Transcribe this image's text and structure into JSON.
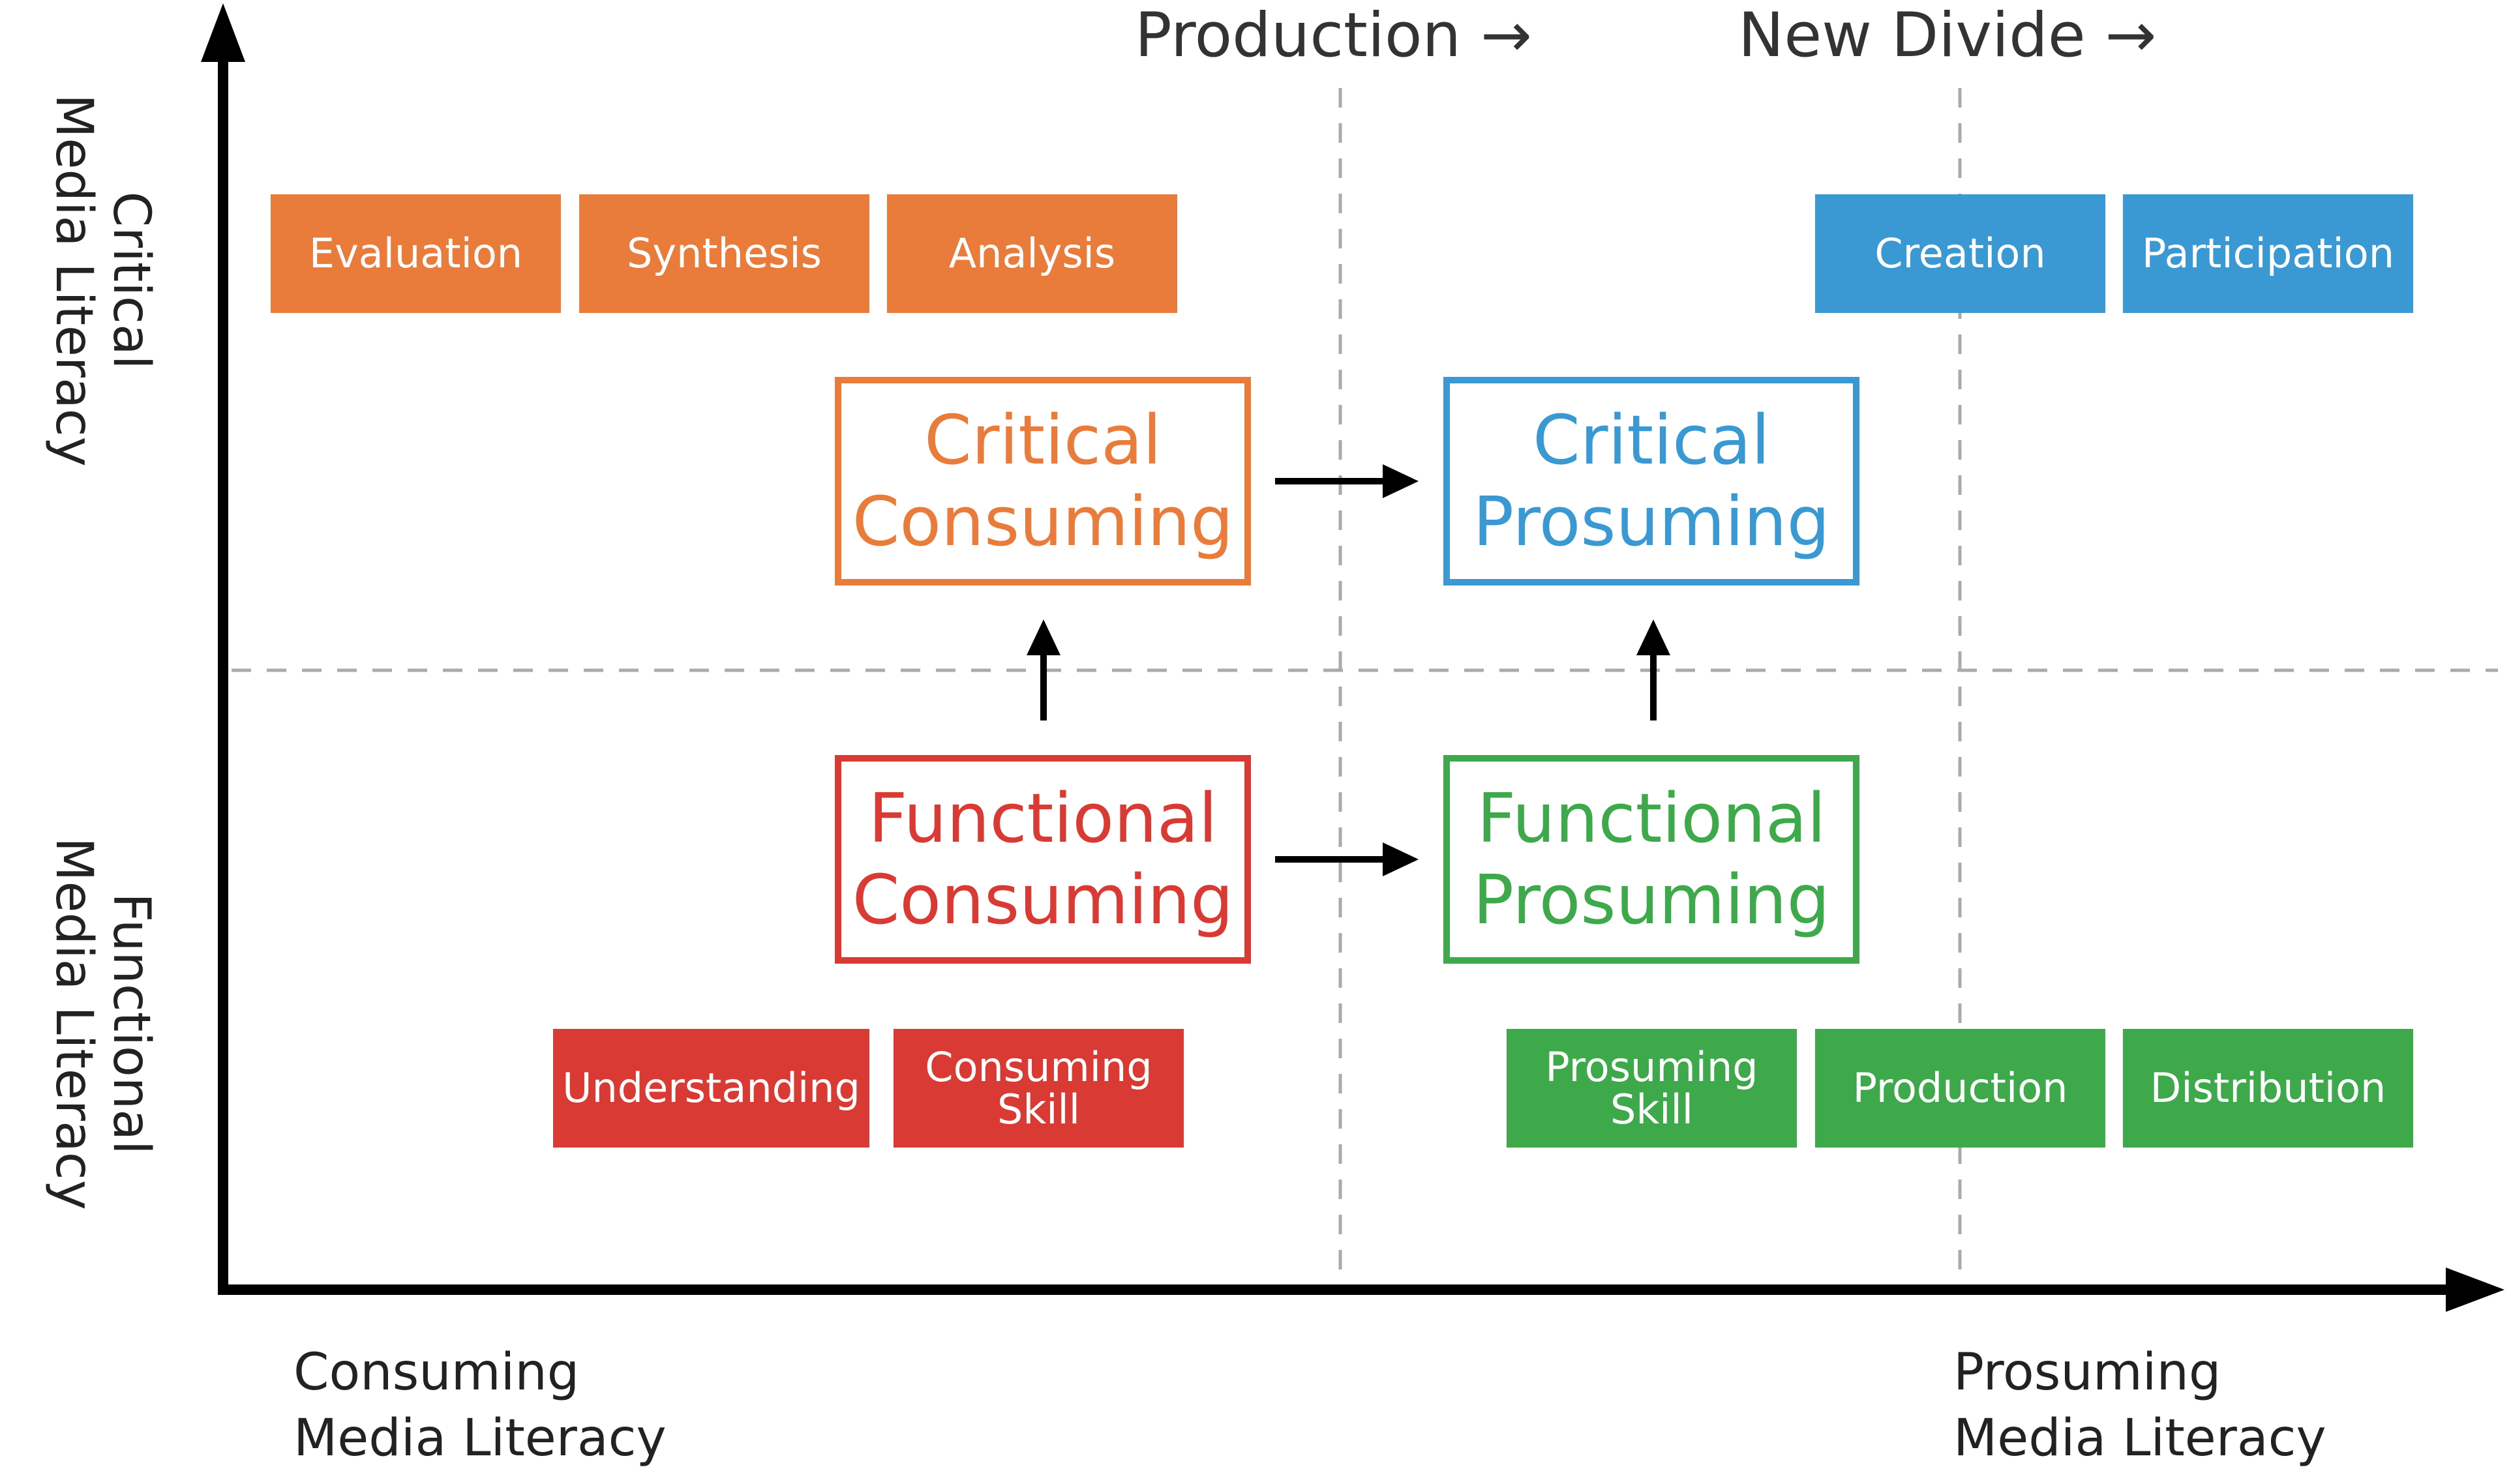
{
  "colors": {
    "orange": "#E97B3B",
    "red": "#D93A33",
    "blue": "#3A98D2",
    "green": "#3DA94A",
    "axis": "#000000",
    "grid": "#AAAAAA",
    "text": "#222222"
  },
  "divides": {
    "production": "Production →",
    "new_divide": "New Divide →"
  },
  "axes": {
    "y_top": "Critical\nMedia Literacy",
    "y_bottom": "Functional\nMedia Literacy",
    "x_left": "Consuming\nMedia Literacy",
    "x_right": "Prosuming\nMedia Literacy"
  },
  "skills": {
    "evaluation": "Evaluation",
    "synthesis": "Synthesis",
    "analysis": "Analysis",
    "creation": "Creation",
    "participation": "Participation",
    "understanding": "Understanding",
    "consuming_skill": "Consuming\nSkill",
    "prosuming_skill": "Prosuming\nSkill",
    "production": "Production",
    "distribution": "Distribution"
  },
  "stages": {
    "critical_consuming": "Critical\nConsuming",
    "critical_prosuming": "Critical\nProsuming",
    "functional_consuming": "Functional\nConsuming",
    "functional_prosuming": "Functional\nProsuming"
  }
}
